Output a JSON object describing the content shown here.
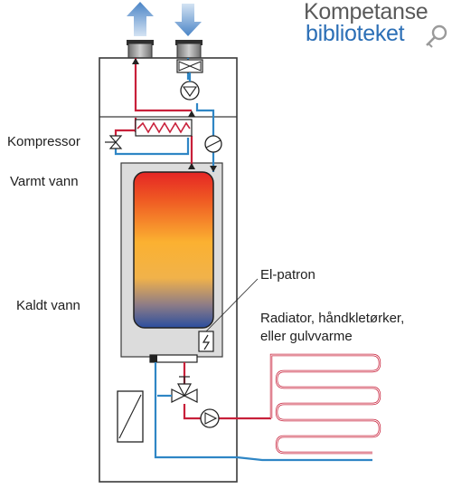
{
  "logo": {
    "line1": "Kompetanse",
    "line2": "biblioteket",
    "icon": "key-icon",
    "text_color": "#5a5a5a",
    "accent_color": "#2c6fb6"
  },
  "labels": {
    "compressor": "Kompressor",
    "hot_water": "Varmt vann",
    "cold_water": "Kaldt vann",
    "immersion_heater": "El-patron",
    "radiator_line1": "Radiator, håndkletørker,",
    "radiator_line2": "eller gulvvarme"
  },
  "colors": {
    "hot_pipe": "#c8203a",
    "cold_pipe": "#2f86c5",
    "tank_top": "#e52524",
    "tank_middle": "#fbb131",
    "tank_bottom": "#2b4e9e",
    "housing_outline": "#3a3a3a",
    "jacket_fill": "#dcdcdc"
  }
}
